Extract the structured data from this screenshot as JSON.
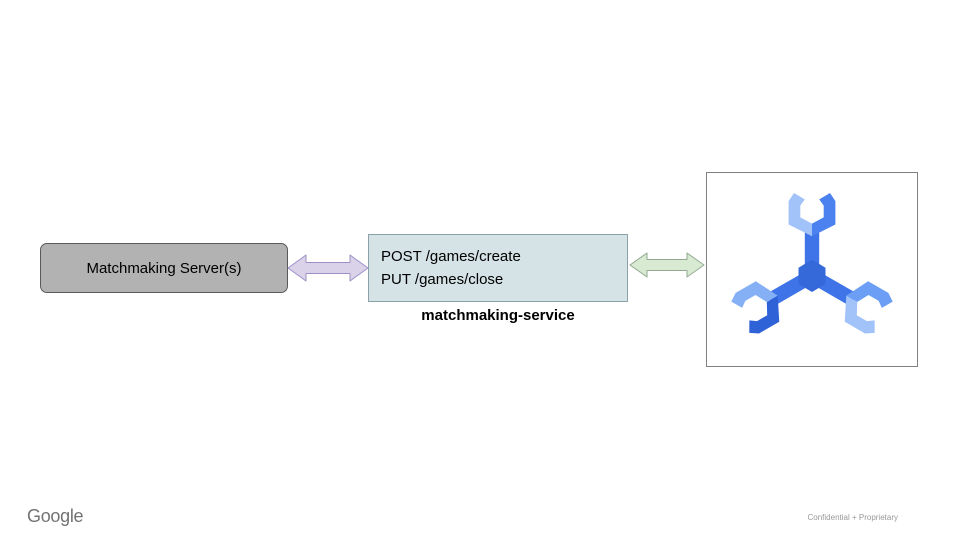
{
  "diagram": {
    "matchmaking_server_box": {
      "label": "Matchmaking Server(s)"
    },
    "service_box": {
      "lines": [
        "POST /games/create",
        "PUT /games/close"
      ],
      "caption": "matchmaking-service"
    },
    "arrows": {
      "left": "bidirectional-arrow",
      "right": "bidirectional-arrow"
    },
    "agones_box": {
      "icon": "agones-logo"
    },
    "colors": {
      "server_box_fill": "#b2b2b2",
      "server_box_border": "#595959",
      "service_box_fill": "#d5e2e6",
      "service_box_border": "#8ba0a8",
      "arrow_left_fill": "#d9d2e9",
      "arrow_left_stroke": "#9e91c7",
      "arrow_right_fill": "#d9ead3",
      "arrow_right_stroke": "#93a993",
      "logo_blue_dark": "#2f62d6",
      "logo_blue_primary": "#3f74e8",
      "logo_blue_mid": "#6d9ef5",
      "logo_blue_light": "#a2c3f9"
    }
  },
  "footer": {
    "brand": "Google",
    "note": "Confidential + Proprietary"
  }
}
